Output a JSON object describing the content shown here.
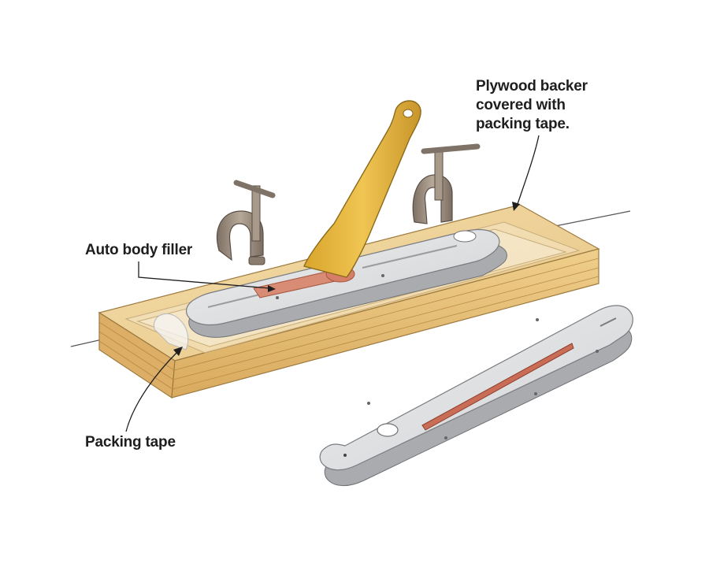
{
  "labels": {
    "plywood_backer": [
      "Plywood backer",
      "covered with",
      "packing tape."
    ],
    "auto_body_filler": "Auto body filler",
    "packing_tape": "Packing tape"
  },
  "colors": {
    "wood_top": "#efd39a",
    "wood_front": "#e4bf78",
    "wood_end": "#dcb069",
    "insert_top": "#dcdddf",
    "insert_side": "#a9abae",
    "filler": "#d98c75",
    "spreader": "#e3b43a",
    "clamp_metal": "#9c8e80"
  }
}
